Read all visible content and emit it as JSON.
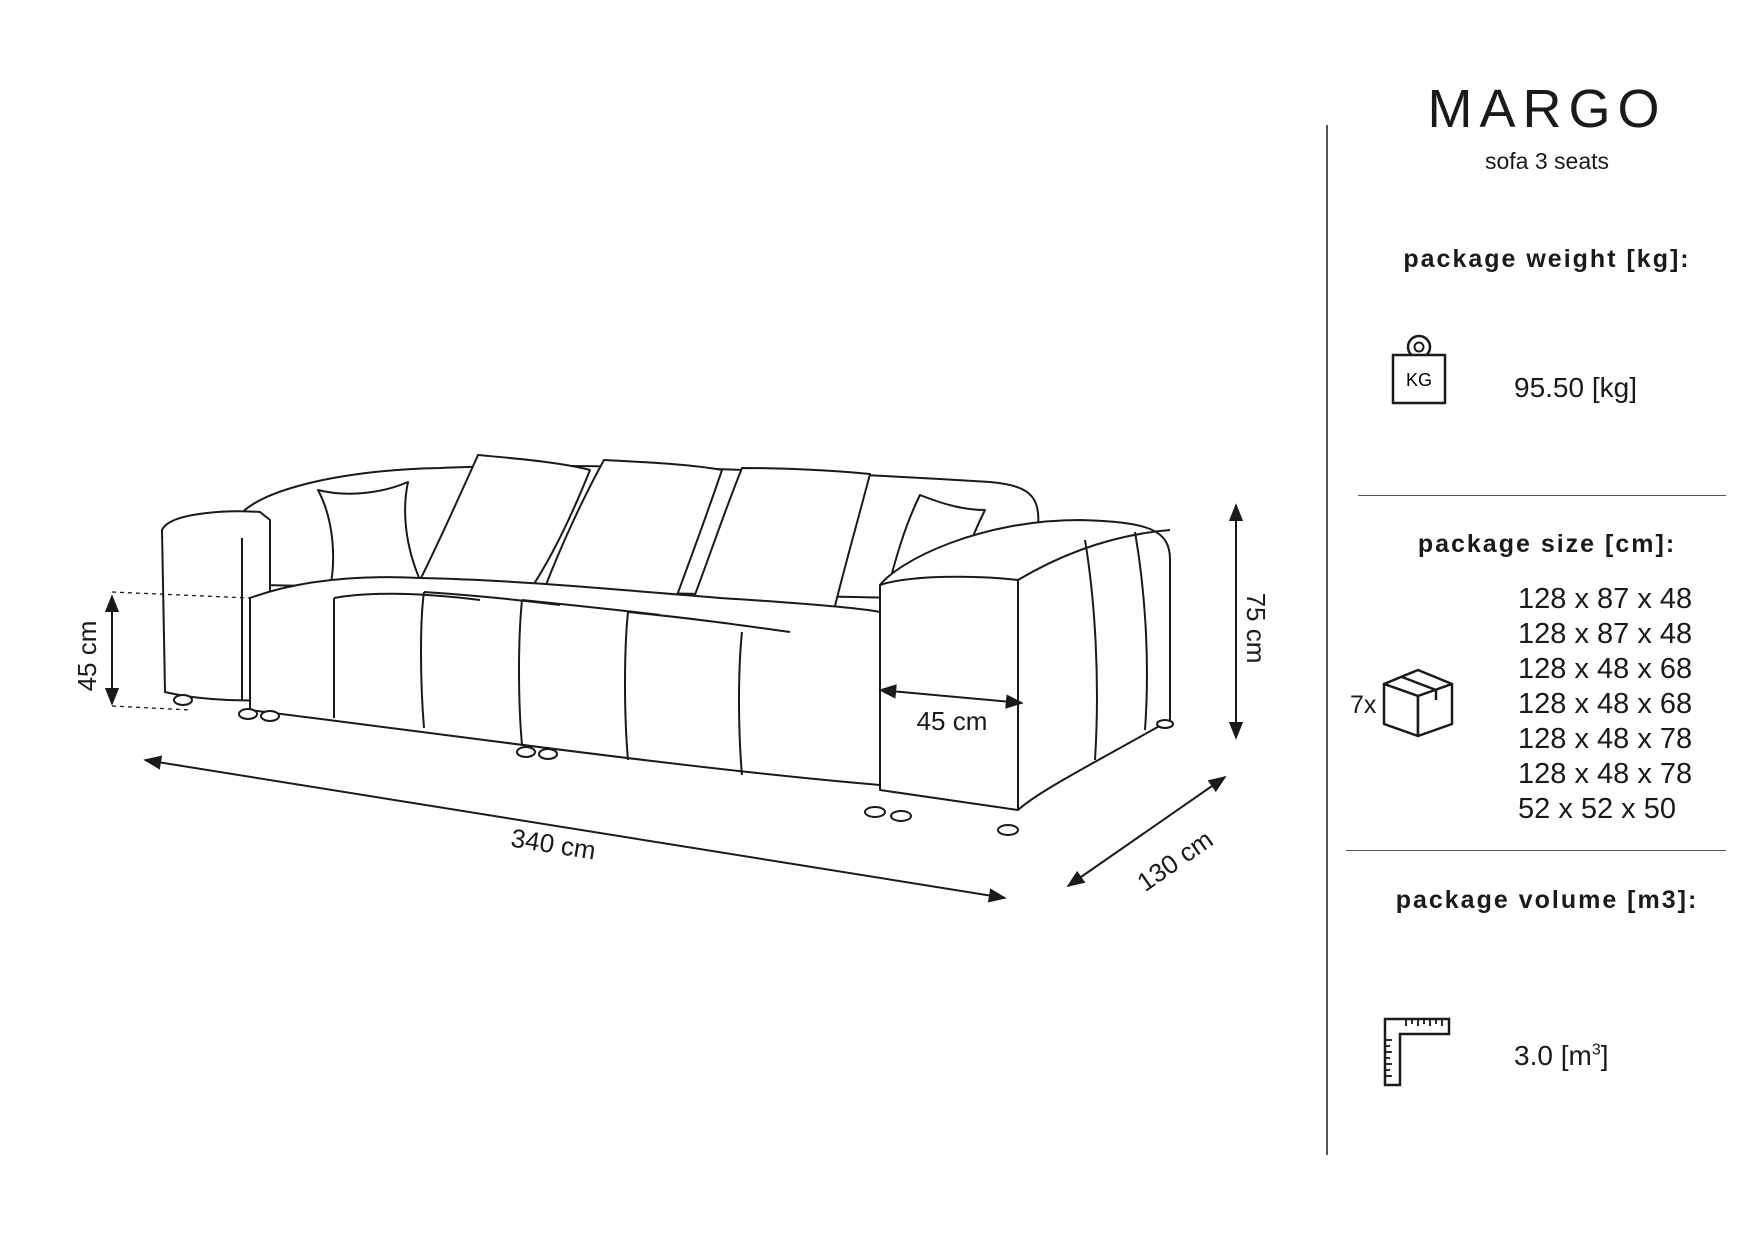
{
  "product": {
    "name": "MARGO",
    "subtitle": "sofa 3 seats"
  },
  "dimensions": {
    "seat_height": "45 cm",
    "total_height": "75 cm",
    "seat_depth": "45 cm",
    "width": "340 cm",
    "depth": "130 cm"
  },
  "package_weight": {
    "heading": "package weight [kg]:",
    "icon_label": "KG",
    "value": "95.50 [kg]"
  },
  "package_size": {
    "heading": "package size [cm]:",
    "quantity": "7x",
    "items": [
      "128 x 87 x 48",
      "128 x 87 x 48",
      "128 x 48 x 68",
      "128 x 48 x 68",
      "128 x 48 x 78",
      "128 x 48 x 78",
      "52 x 52 x 50"
    ]
  },
  "package_volume": {
    "heading": "package volume [m3]:",
    "value": "3.0 [m",
    "unit_superscript": "3",
    "value_suffix": "]"
  },
  "icons": {
    "weight": "weight-kg-icon",
    "box": "package-box-icon",
    "volume": "ruler-square-icon"
  }
}
